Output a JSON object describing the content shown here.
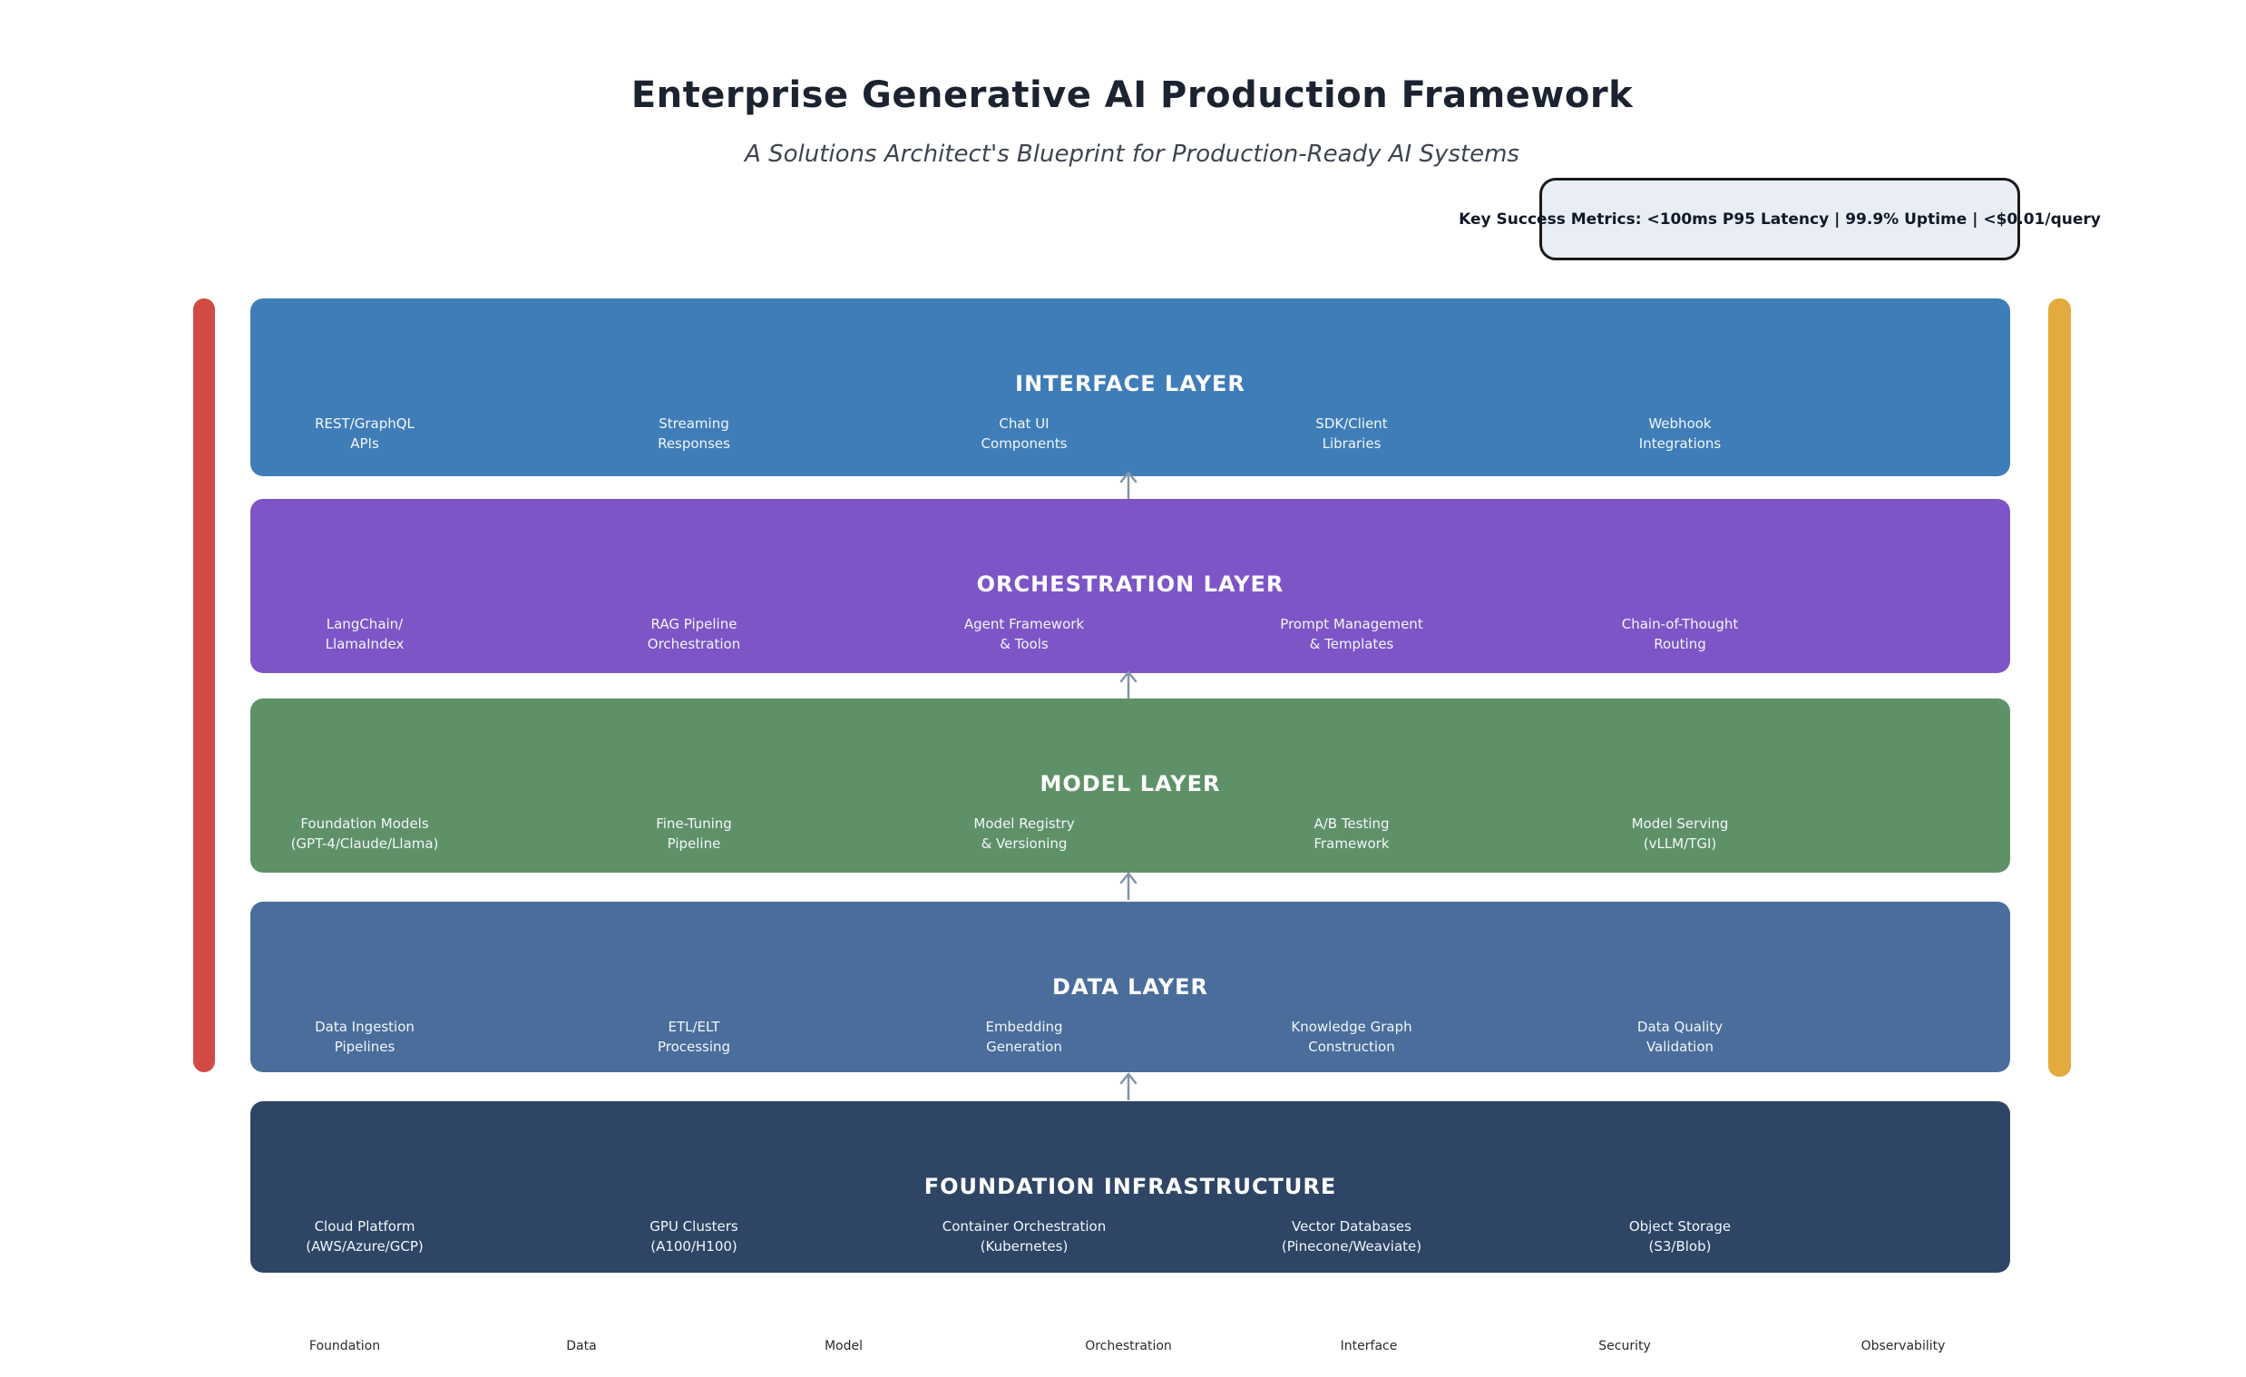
{
  "header": {
    "title": "Enterprise Generative AI Production Framework",
    "subtitle": "A Solutions Architect's Blueprint for Production-Ready AI Systems",
    "metrics": "Key Success Metrics: <100ms P95 Latency | 99.9% Uptime | <$0.01/query"
  },
  "layers": [
    {
      "title": "INTERFACE LAYER",
      "color": "#3f7db8",
      "items": [
        "REST/GraphQL\nAPIs",
        "Streaming\nResponses",
        "Chat UI\nComponents",
        "SDK/Client\nLibraries",
        "Webhook\nIntegrations"
      ]
    },
    {
      "title": "ORCHESTRATION LAYER",
      "color": "#7d55c7",
      "items": [
        "LangChain/\nLlamaIndex",
        "RAG Pipeline\nOrchestration",
        "Agent Framework\n& Tools",
        "Prompt Management\n& Templates",
        "Chain-of-Thought\nRouting"
      ]
    },
    {
      "title": "MODEL LAYER",
      "color": "#5f9168",
      "items": [
        "Foundation Models\n(GPT-4/Claude/Llama)",
        "Fine-Tuning\nPipeline",
        "Model Registry\n& Versioning",
        "A/B Testing\nFramework",
        "Model Serving\n(vLLM/TGI)"
      ]
    },
    {
      "title": "DATA LAYER",
      "color": "#4a6d9b",
      "items": [
        "Data Ingestion\nPipelines",
        "ETL/ELT\nProcessing",
        "Embedding\nGeneration",
        "Knowledge Graph\nConstruction",
        "Data Quality\nValidation"
      ]
    },
    {
      "title": "FOUNDATION INFRASTRUCTURE",
      "color": "#2e4565",
      "items": [
        "Cloud Platform\n(AWS/Azure/GCP)",
        "GPU Clusters\n(A100/H100)",
        "Container Orchestration\n(Kubernetes)",
        "Vector Databases\n(Pinecone/Weaviate)",
        "Object Storage\n(S3/Blob)"
      ]
    }
  ],
  "side_bars": {
    "left_color": "#d14a43",
    "right_color": "#e3aa3e"
  },
  "arrow_color": "#8494a8",
  "legend": [
    "Foundation",
    "Data",
    "Model",
    "Orchestration",
    "Interface",
    "Security",
    "Observability"
  ]
}
